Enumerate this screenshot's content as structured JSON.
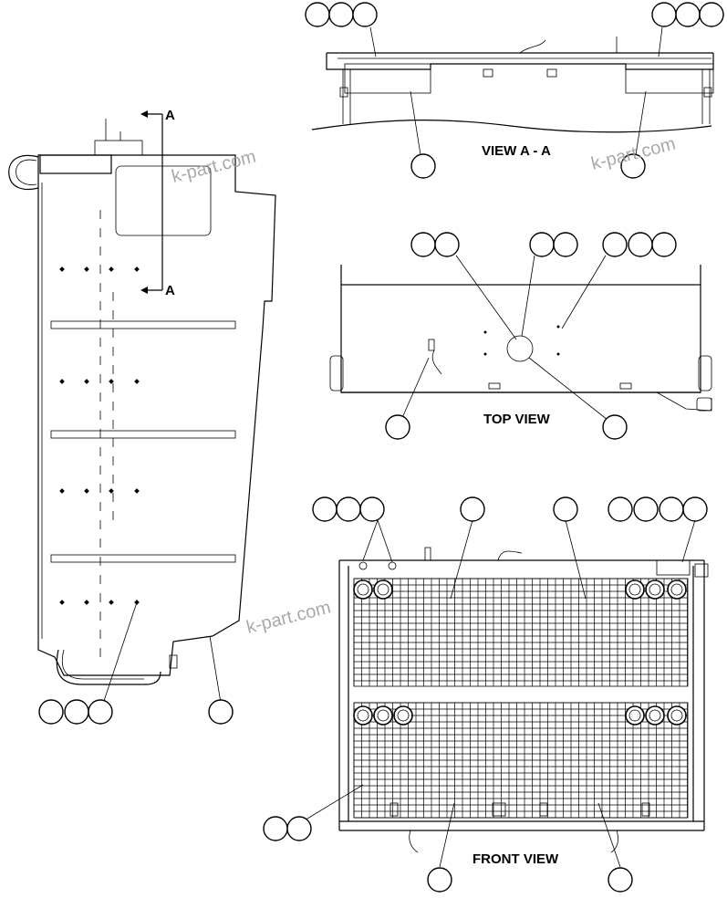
{
  "views": {
    "view_aa": "VIEW A - A",
    "top": "TOP VIEW",
    "front": "FRONT VIEW"
  },
  "section_marker": {
    "top_letter": "A",
    "bottom_letter": "A"
  },
  "watermarks": [
    "k-part.com",
    "k-part.com",
    "k-part.com"
  ],
  "colors": {
    "line": "#000000",
    "watermark": "#9a9a9a",
    "background": "#ffffff"
  }
}
